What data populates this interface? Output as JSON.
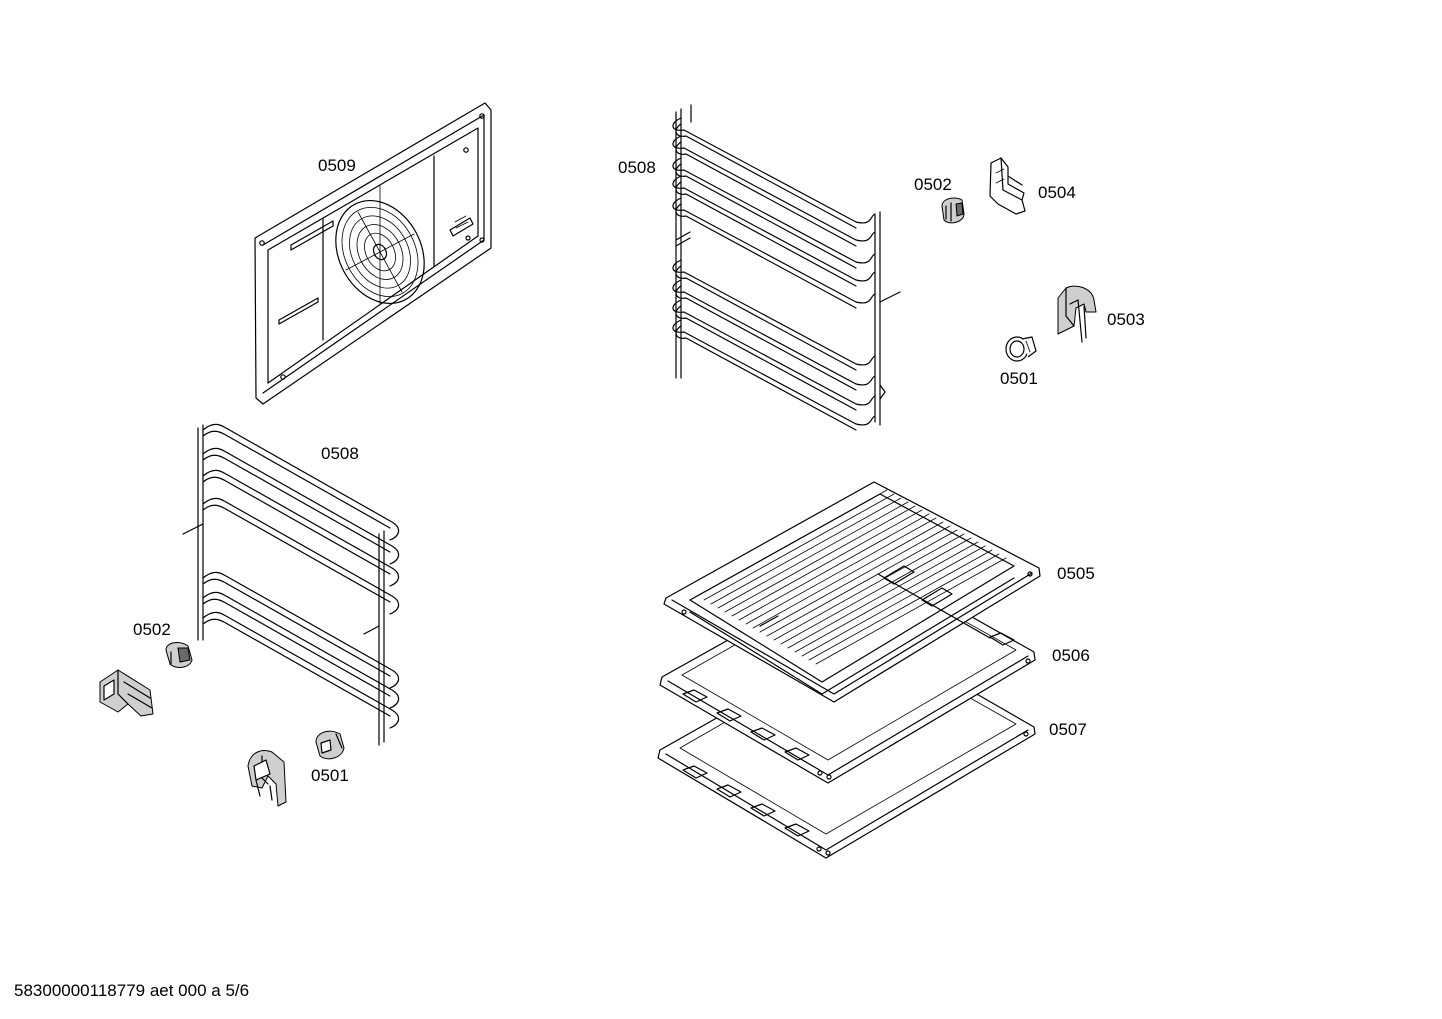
{
  "labels": {
    "back_panel": "0509",
    "rail_right": "0508",
    "rail_left": "0508",
    "clip_top": "0502",
    "bracket_top": "0504",
    "hook_top": "0503",
    "knob_top": "0501",
    "clip_left": "0502",
    "knob_left": "0501",
    "wire_shelf": "0505",
    "baking_tray": "0506",
    "deep_tray": "0507"
  },
  "footer": "58300000118779 aet 000 a 5/6"
}
